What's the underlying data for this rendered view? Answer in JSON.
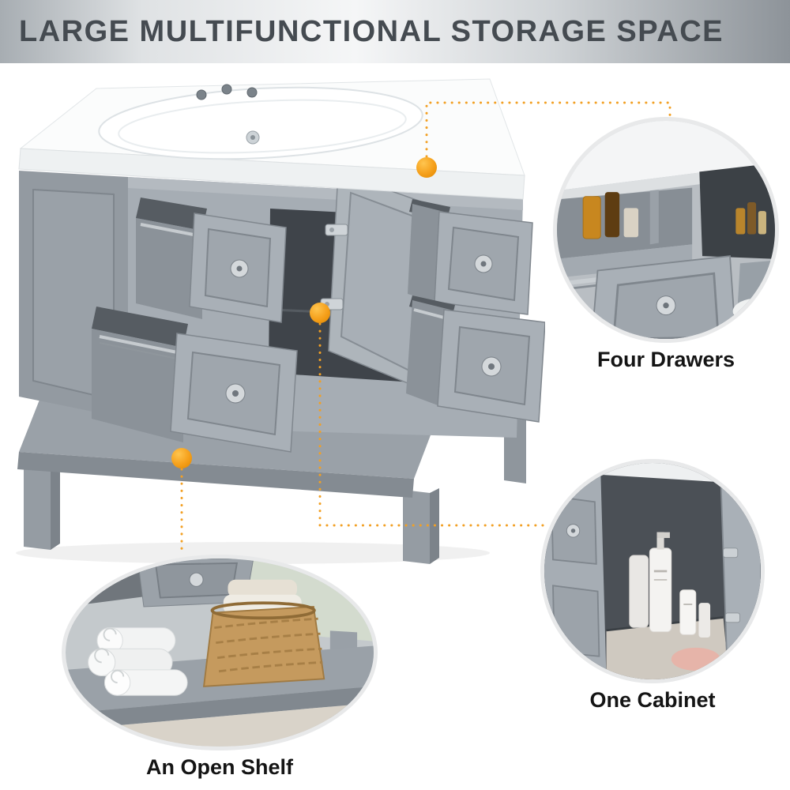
{
  "banner": {
    "title": "LARGE MULTIFUNCTIONAL STORAGE SPACE"
  },
  "callouts": [
    {
      "id": "four-drawers",
      "label": "Four Drawers"
    },
    {
      "id": "one-cabinet",
      "label": "One Cabinet"
    },
    {
      "id": "open-shelf",
      "label": "An Open Shelf"
    }
  ],
  "colors": {
    "accent_orange": "#F2A024",
    "banner_text": "#454B51",
    "vanity_gray": "#A6ADB4",
    "vanity_dark": "#3F444A",
    "sink_white": "#FBFCFC",
    "label_text": "#141414"
  }
}
